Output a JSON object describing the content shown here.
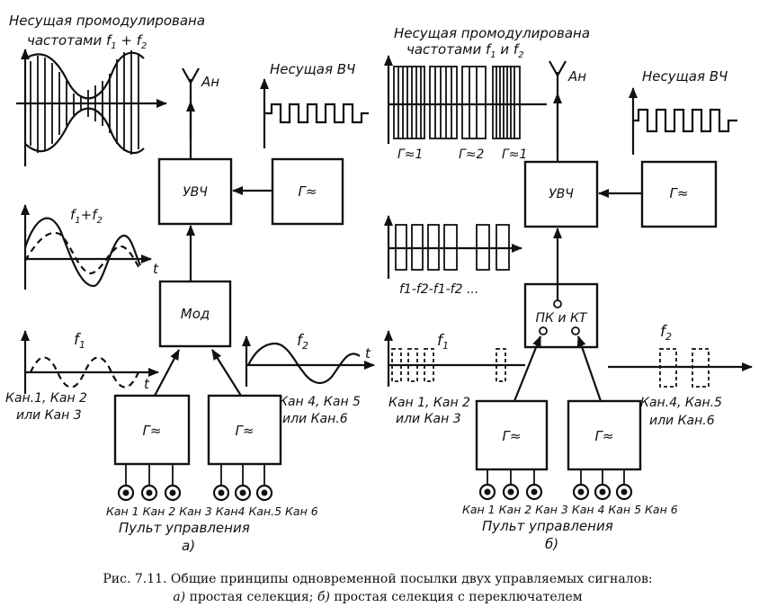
{
  "panel_a": {
    "carrier_mod_title_1": "Несущая промодулирована",
    "carrier_mod_title_2": "частотами f",
    "carrier_mod_sub1": "1",
    "carrier_mod_plus": " + f",
    "carrier_mod_sub2": "2",
    "antenna_label": "Ан",
    "carrier_hf_label": "Несущая ВЧ",
    "uvch_label": "УВЧ",
    "gen_hf_label": "Г≈",
    "mod_label": "Мод",
    "sum_label_f": "f",
    "sum_label_sub1": "1",
    "sum_label_plus": "+f",
    "sum_label_sub2": "2",
    "t_label": "t",
    "f1_label": "f",
    "f1_sub": "1",
    "f2_label": "f",
    "f2_sub": "2",
    "channels_left_1": "Кан.1, Кан 2",
    "channels_left_2": "или Кан 3",
    "channels_right_1": "Кан 4, Кан 5",
    "channels_right_2": "или Кан.6",
    "gen_left_label": "Г≈",
    "gen_right_label": "Г≈",
    "buttons_label": "Кан 1 Кан 2 Кан 3 Кан4 Кан.5 Кан 6",
    "console_label": "Пульт управления",
    "panel_letter": "а)"
  },
  "panel_b": {
    "carrier_mod_title_1": "Несущая промодулирована",
    "carrier_mod_title_2": "частотами f",
    "carrier_mod_sub1": "1",
    "carrier_mod_and": " и f",
    "carrier_mod_sub2": "2",
    "pulse_label_1": "Г≈1",
    "pulse_label_2": "Г≈2",
    "pulse_label_3": "Г≈1",
    "antenna_label": "Ан",
    "carrier_hf_label": "Несущая ВЧ",
    "uvch_label": "УВЧ",
    "gen_hf_label": "Г≈",
    "sequence_label": "f1-f2-f1-f2 ...",
    "switch_label": "ПК и КТ",
    "f1_label": "f",
    "f1_sub": "1",
    "f2_label": "f",
    "f2_sub": "2",
    "channels_left_1": "Кан 1, Кан 2",
    "channels_left_2": "или Кан 3",
    "channels_right_1": "Кан.4, Кан.5",
    "channels_right_2": "или Кан.6",
    "gen_left_label": "Г≈",
    "gen_right_label": "Г≈",
    "buttons_label": "Кан 1 Кан 2 Кан 3 Кан 4 Кан 5 Кан 6",
    "console_label": "Пульт управления",
    "panel_letter": "б)"
  },
  "caption": {
    "line1": "Рис. 7.11. Общие принципы одновременной посылки двух управляемых сигналов:",
    "line2_a": "а)",
    "line2_a_text": " простая селекция; ",
    "line2_b": "б)",
    "line2_b_text": " простая селекция с переключателем"
  }
}
